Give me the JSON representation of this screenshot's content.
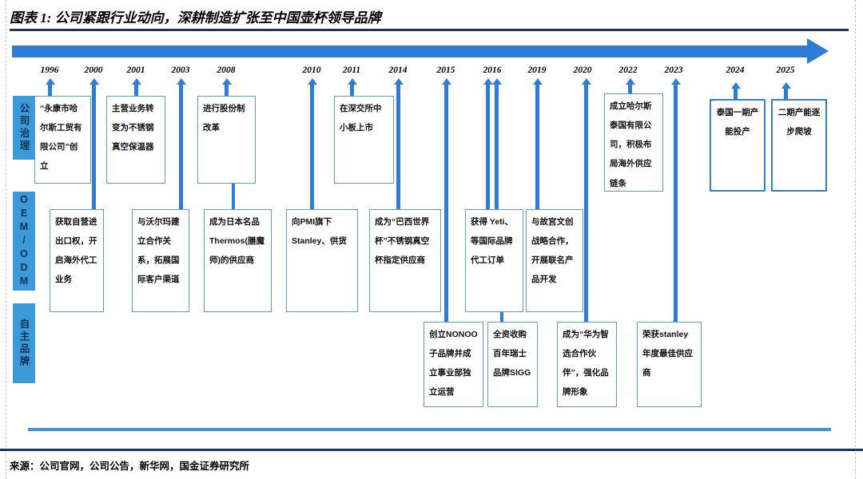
{
  "title": "图表 1:  公司紧跟行业动向，深耕制造扩张至中国壶杯领导品牌",
  "source": "来源：公司官网，公司公告，新华网，国金证券研究所",
  "colors": {
    "accent": "#2E7CD6",
    "navy": "#17375E",
    "box_border": "#5B9BD5",
    "label_bg": "#3D9AD9"
  },
  "years": [
    "1996",
    "2000",
    "2001",
    "2003",
    "2008",
    "2010",
    "2011",
    "2014",
    "2015",
    "2016",
    "2019",
    "2020",
    "2022",
    "2023",
    "2024",
    "2025"
  ],
  "categories": {
    "governance": "公司治理",
    "oem_odm": "OEM/ODM",
    "own_brand": "自主品牌"
  },
  "events": {
    "e1996": "“永康市哈尔斯工贸有限公司”创立",
    "e2000": "获取自营进出口权，开启海外代工业务",
    "e2001": "主营业务转变为不锈钢真空保温器",
    "e2003": "与沃尔玛建立合作关系，拓展国际客户渠道",
    "e2008a": "进行股份制改革",
    "e2008b": "成为日本名品Thermos(膳魔师)的供应商",
    "e2010": "向PMI旗下Stanley、供货",
    "e2011": "在深交所中小板上市",
    "e2014": "成为“巴西世界杯”不锈钢真空杯指定供应商",
    "e2015": "创立NONOO子品牌并成立事业部独立运营",
    "e2016a": "获得 Yeti、等国际品牌代工订单",
    "e2016b": "全资收购百年瑞士品牌SIGG",
    "e2019": "与故宫文创战略合作，开展联名产品开发",
    "e2020": "成为“华为智选合作伙伴”，强化品牌形象",
    "e2022": "成立哈尔斯泰国有限公司，积极布局海外供应链条",
    "e2023": "荣获stanley年度最佳供应商",
    "e2024": "泰国一期产能投产",
    "e2025": "二期产能逐步爬坡"
  }
}
